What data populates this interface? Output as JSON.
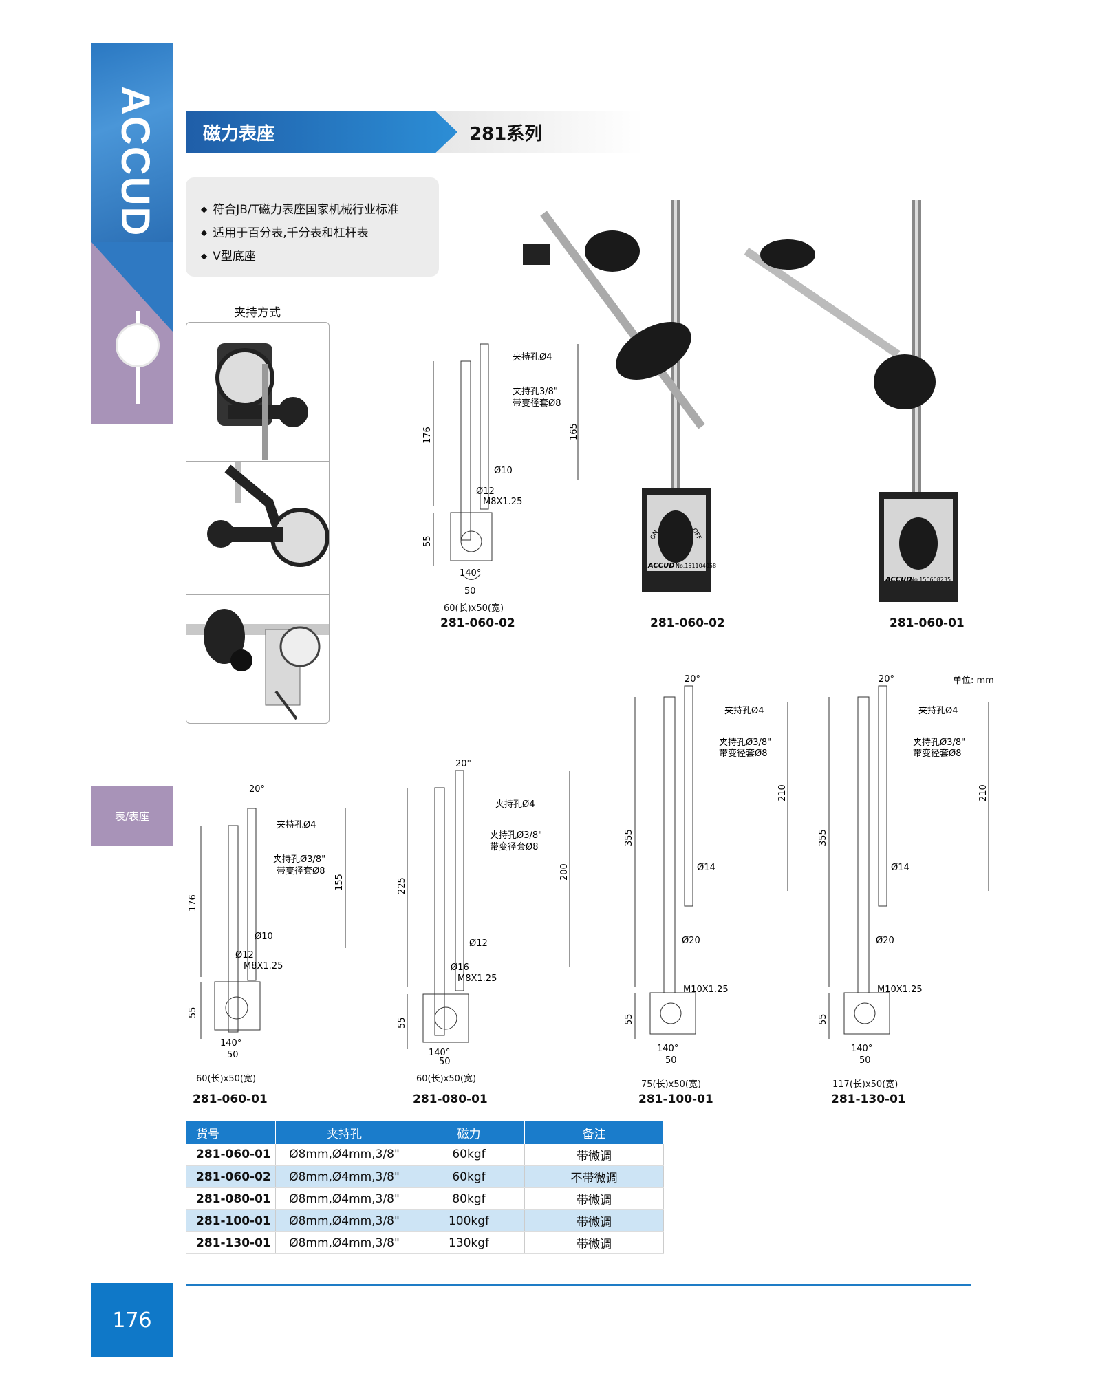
{
  "brand": "ACCUD",
  "header": {
    "category": "磁力表座",
    "series": "281系列"
  },
  "features": [
    "符合JB/T磁力表座国家机械行业标准",
    "适用于百分表,千分表和杠杆表",
    "V型底座"
  ],
  "clamp_title": "夹持方式",
  "side_tab": "表/表座",
  "page_number": "176",
  "unit_note": "单位: mm",
  "labels": {
    "hole4": "夹持孔Ø4",
    "hole38": "夹持孔3/8\"",
    "hole38b": "夹持孔Ø3/8\"",
    "sleeve": "带变径套Ø8",
    "angle140": "140°",
    "angle20": "20°",
    "d10": "Ø10",
    "d12": "Ø12",
    "d14": "Ø14",
    "d16": "Ø16",
    "d20": "Ø20",
    "m8": "M8X1.25",
    "m10": "M10X1.25",
    "on": "ON",
    "off": "OFF"
  },
  "products": [
    {
      "code": "281-060-02",
      "h": "176",
      "h2": "165",
      "base": "55",
      "w": "50",
      "size": "60(长)x50(宽)"
    },
    {
      "code": "281-060-02"
    },
    {
      "code": "281-060-01",
      "serial": "No.150608235"
    },
    {
      "code": "281-060-01",
      "h": "176",
      "h2": "155",
      "base": "55",
      "w": "50",
      "size": "60(长)x50(宽)"
    },
    {
      "code": "281-080-01",
      "h": "225",
      "h2": "200",
      "base": "55",
      "w": "50",
      "size": "60(长)x50(宽)"
    },
    {
      "code": "281-100-01",
      "h": "355",
      "h2": "210",
      "base": "55",
      "w": "50",
      "size": "75(长)x50(宽)"
    },
    {
      "code": "281-130-01",
      "h": "355",
      "h2": "210",
      "base": "55",
      "w": "50",
      "size": "117(长)x50(宽)"
    }
  ],
  "photo_serial": "No.151104058",
  "table": {
    "headers": [
      "货号",
      "夹持孔",
      "磁力",
      "备注"
    ],
    "rows": [
      [
        "281-060-01",
        "Ø8mm,Ø4mm,3/8\"",
        "60kgf",
        "带微调"
      ],
      [
        "281-060-02",
        "Ø8mm,Ø4mm,3/8\"",
        "60kgf",
        "不带微调"
      ],
      [
        "281-080-01",
        "Ø8mm,Ø4mm,3/8\"",
        "80kgf",
        "带微调"
      ],
      [
        "281-100-01",
        "Ø8mm,Ø4mm,3/8\"",
        "100kgf",
        "带微调"
      ],
      [
        "281-130-01",
        "Ø8mm,Ø4mm,3/8\"",
        "130kgf",
        "带微调"
      ]
    ]
  }
}
